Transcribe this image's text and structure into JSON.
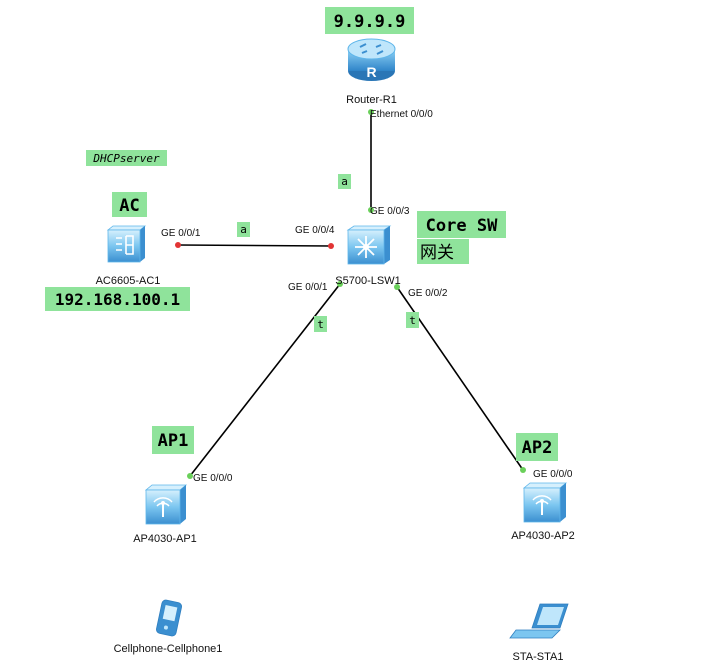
{
  "colors": {
    "label_bg": "#8fe39b",
    "link": "#000000",
    "port_up": "#6ad05a",
    "port_down": "#e23434",
    "device_light": "#bfe6fb",
    "device_mid": "#5fb6ea",
    "device_dark": "#2f7fc0"
  },
  "labels": {
    "router_ip": "9.9.9.9",
    "dhcp_server": "DHCPserver",
    "ac": "AC",
    "ac_ip": "192.168.100.1",
    "core_sw": "Core SW",
    "gateway": "网关",
    "ap1": "AP1",
    "ap2": "AP2"
  },
  "devices": {
    "router": {
      "name": "Router-R1",
      "icon": "router-icon"
    },
    "ac": {
      "name": "AC6605-AC1",
      "icon": "access-controller-icon"
    },
    "switch": {
      "name": "S5700-LSW1",
      "icon": "switch-icon"
    },
    "ap1": {
      "name": "AP4030-AP1",
      "icon": "access-point-icon"
    },
    "ap2": {
      "name": "AP4030-AP2",
      "icon": "access-point-icon"
    },
    "phone": {
      "name": "Cellphone-Cellphone1",
      "icon": "cellphone-icon"
    },
    "sta": {
      "name": "STA-STA1",
      "icon": "laptop-icon"
    }
  },
  "links": {
    "router_switch": {
      "port_a": "Ethernet 0/0/0",
      "port_b": "GE 0/0/3",
      "mode": "a"
    },
    "ac_switch": {
      "port_a": "GE 0/0/1",
      "port_b": "GE 0/0/4",
      "mode": "a"
    },
    "switch_ap1": {
      "port_a": "GE 0/0/1",
      "port_b": "GE 0/0/0",
      "mode": "t"
    },
    "switch_ap2": {
      "port_a": "GE 0/0/2",
      "port_b": "GE 0/0/0",
      "mode": "t"
    }
  }
}
